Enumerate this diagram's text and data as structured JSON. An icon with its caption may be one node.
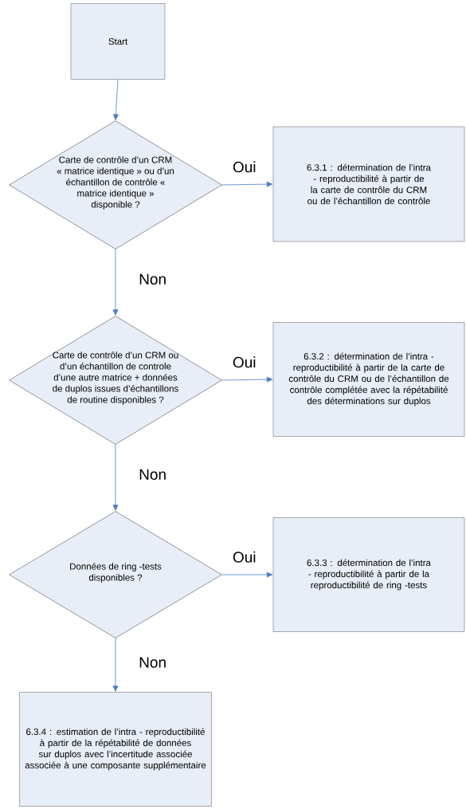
{
  "diagram": {
    "nodes": [
      {
        "text": [
          "Start"
        ]
      },
      {
        "text": [
          "Carte de contrôle d’un CRM « matrice identique » ou d’un échantillon de contrôle « matrice identique » disponible ?"
        ]
      },
      {
        "text": [
          "6.3.1 : détermination de l’intra - reproductibilité à partir de la carte de contrôle du CRM ou de l’échantillon de contrôle"
        ]
      },
      {
        "text": [
          "Carte de contrôle d’un CRM ou d’un échantillon de controle d’une autre matrice + données de duplos issues d’échantillons de routine disponibles ?"
        ]
      },
      {
        "text": [
          "6.3.2 : détermination de l’intra - reproductibilité à partir de la carte de contrôle du CRM ou de l’échantillon de contrôle complétée avec la répétabilité des déterminations sur duplos"
        ]
      },
      {
        "text": [
          "Données de ring -tests disponibles ?"
        ]
      },
      {
        "text": [
          "6.3.3 : détermination de l’intra - reproductibilité à partir de la reproductibilité de ring -tests"
        ]
      },
      {
        "text": [
          "6.3.4 : estimation de l’intra - reproductibilité à partir de la répétabilité de données sur duplos avec l’incertitude associée associée à une composante supplémentaire"
        ]
      }
    ],
    "edges": [
      {
        "from": 0,
        "to": 1,
        "arrow": "to"
      },
      {
        "from": 1,
        "to": 2,
        "arrow": "to",
        "label": "Oui"
      },
      {
        "from": 1,
        "to": 3,
        "arrow": "to",
        "label": "Non"
      },
      {
        "from": 3,
        "to": 4,
        "arrow": "to",
        "label": "Oui"
      },
      {
        "from": 3,
        "to": 5,
        "arrow": "to",
        "label": "Non"
      },
      {
        "from": 5,
        "to": 6,
        "arrow": "to",
        "label": "Oui"
      },
      {
        "from": 5,
        "to": 7,
        "arrow": "to",
        "label": "Non"
      }
    ]
  }
}
